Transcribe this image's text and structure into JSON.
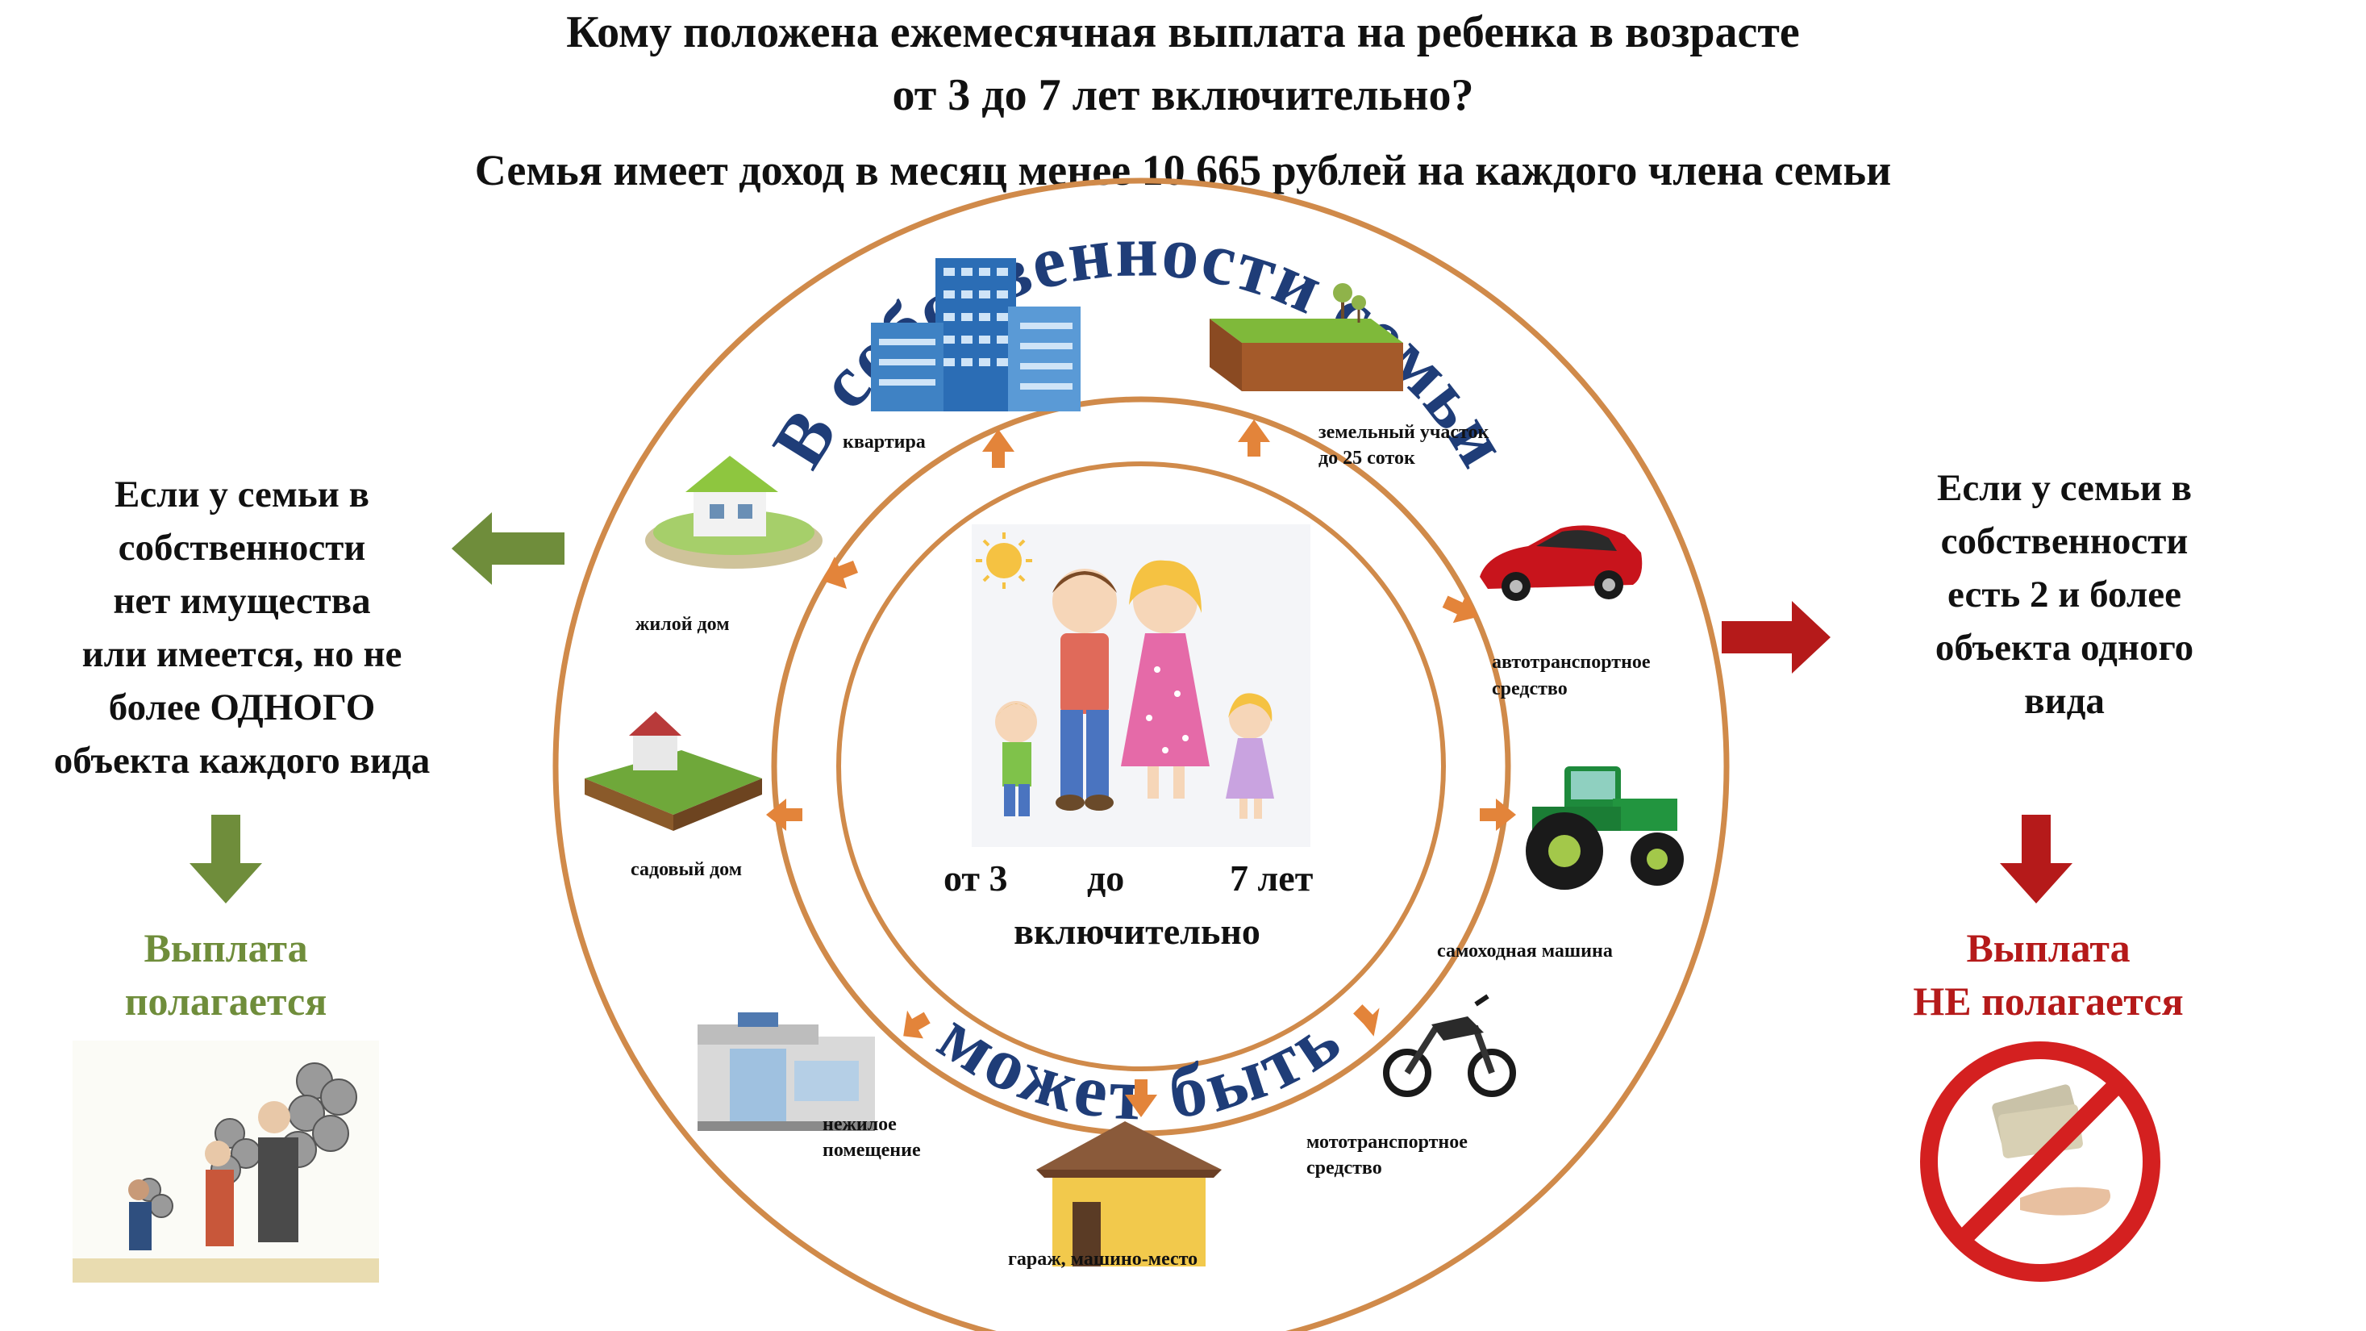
{
  "header": {
    "title_line1": "Кому положена ежемесячная выплата на ребенка в возрасте",
    "title_line2": "от 3 до 7 лет включительно?",
    "subtitle": "Семья имеет доход в месяц менее 10 665 рублей на каждого члена семьи"
  },
  "circle": {
    "arc_top_text": "В собственности семьи",
    "arc_bottom_text": "может быть",
    "center_from": "от 3",
    "center_to": "до",
    "center_age": "7 лет",
    "center_inclusive": "включительно"
  },
  "property_items": [
    {
      "id": "apartment",
      "label": "квартира",
      "icon": "apartment-building-icon"
    },
    {
      "id": "land",
      "label": "земельный участок до 25 соток",
      "label_line1": "земельный участок",
      "label_line2": "до 25 соток",
      "icon": "land-plot-icon"
    },
    {
      "id": "car",
      "label": "автотранспортное средство",
      "label_line1": "автотранспортное",
      "label_line2": "средство",
      "icon": "car-icon"
    },
    {
      "id": "tractor",
      "label": "самоходная машина",
      "icon": "tractor-icon"
    },
    {
      "id": "moto",
      "label": "мототранспортное средство",
      "label_line1": "мототранспортное",
      "label_line2": "средство",
      "icon": "motorcycle-icon"
    },
    {
      "id": "garage",
      "label": "гараж, машино-место",
      "icon": "garage-icon"
    },
    {
      "id": "nonres",
      "label": "нежилое помещение",
      "label_line1": "нежилое",
      "label_line2": "помещение",
      "icon": "commercial-building-icon"
    },
    {
      "id": "garden",
      "label": "садовый дом",
      "icon": "garden-house-icon"
    },
    {
      "id": "house",
      "label": "жилой дом",
      "icon": "residential-house-icon"
    }
  ],
  "left": {
    "condition_lines": [
      "Если у семьи в",
      "собственности",
      "нет имущества",
      "или имеется, но не",
      "более ОДНОГО",
      "объекта каждого вида"
    ],
    "result_lines": [
      "Выплата",
      "полагается"
    ],
    "color": "#6f8d3b"
  },
  "right": {
    "condition_lines": [
      "Если у семьи в",
      "собственности",
      "есть 2 и более",
      "объекта одного",
      "вида"
    ],
    "result_lines": [
      "Выплата",
      "НЕ полагается"
    ],
    "color": "#b51a1a"
  },
  "colors": {
    "ring": "#d08a4a",
    "arc_text": "#1f3d78",
    "arrow_orange": "#e3843a",
    "green_arrow": "#6f8d3b",
    "red_arrow": "#b51a1a"
  }
}
